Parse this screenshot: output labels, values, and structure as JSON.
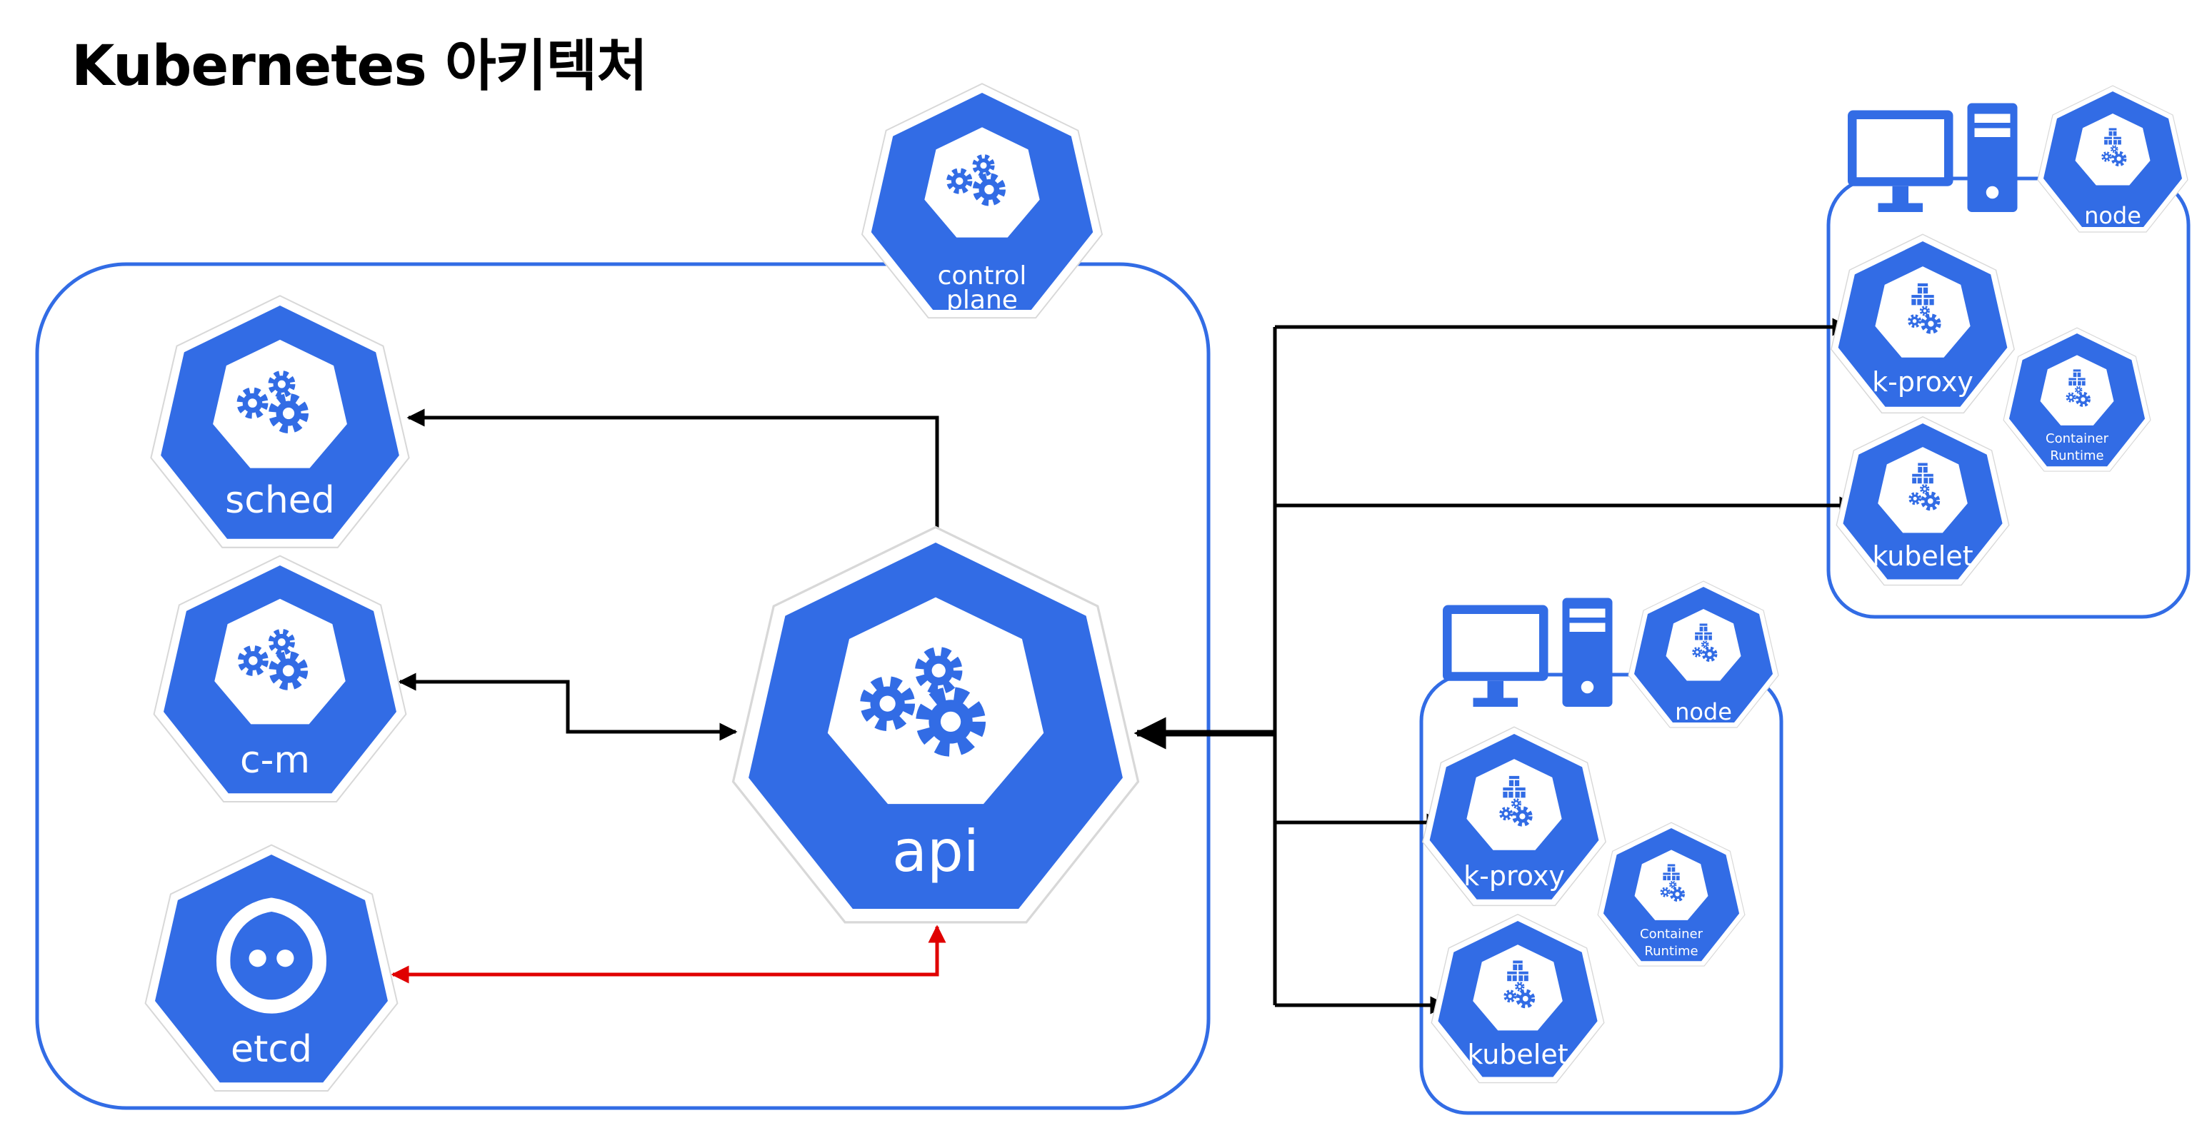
{
  "title": "Kubernetes 아키텍처",
  "colors": {
    "k8s_blue": "#326ce5",
    "line_black": "#000000",
    "line_red": "#e00000",
    "white": "#ffffff"
  },
  "control_plane": {
    "label_line1": "control",
    "label_line2": "plane",
    "components": {
      "sched": "sched",
      "cm": "c-m",
      "etcd": "etcd",
      "api": "api"
    }
  },
  "worker_nodes": [
    {
      "node_label": "node",
      "k_proxy": "k-proxy",
      "kubelet": "kubelet",
      "runtime_line1": "Container",
      "runtime_line2": "Runtime"
    },
    {
      "node_label": "node",
      "k_proxy": "k-proxy",
      "kubelet": "kubelet",
      "runtime_line1": "Container",
      "runtime_line2": "Runtime"
    }
  ],
  "icons": {
    "heptagon": "kubernetes-heptagon-icon",
    "gears": "gears-icon",
    "cubes": "cubes-icon",
    "etcd": "etcd-logo-icon",
    "computer": "computer-icon"
  }
}
